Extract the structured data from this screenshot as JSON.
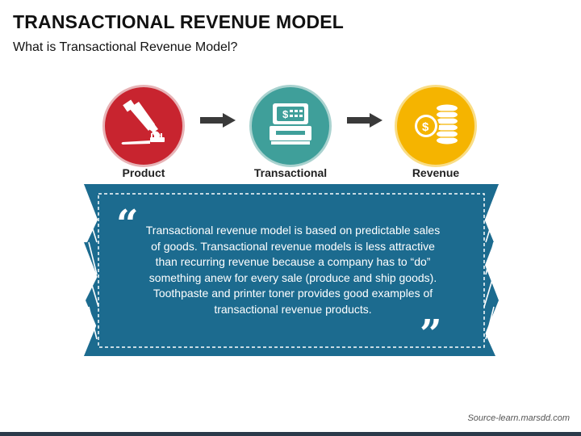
{
  "header": {
    "title": "TRANSACTIONAL REVENUE MODEL",
    "subtitle": "What is Transactional Revenue Model?"
  },
  "steps": [
    {
      "label": "Product",
      "icon": "toothpaste-icon",
      "color": "#c8242f"
    },
    {
      "label": "Transactional",
      "icon": "cash-register-icon",
      "color": "#3f9f9a"
    },
    {
      "label": "Revenue",
      "icon": "coins-icon",
      "color": "#f5b400"
    }
  ],
  "quote": {
    "text": "Transactional revenue model is based on predictable sales of goods. Transactional revenue models is less attractive than recurring revenue because a company has to “do” something anew for every sale (produce and ship goods). Toothpaste and printer toner provides good examples of transactional revenue products.",
    "open_mark": "“",
    "close_mark": "”",
    "panel_color": "#1c6b8f"
  },
  "footer": {
    "source": "Source-learn.marsdd.com"
  }
}
